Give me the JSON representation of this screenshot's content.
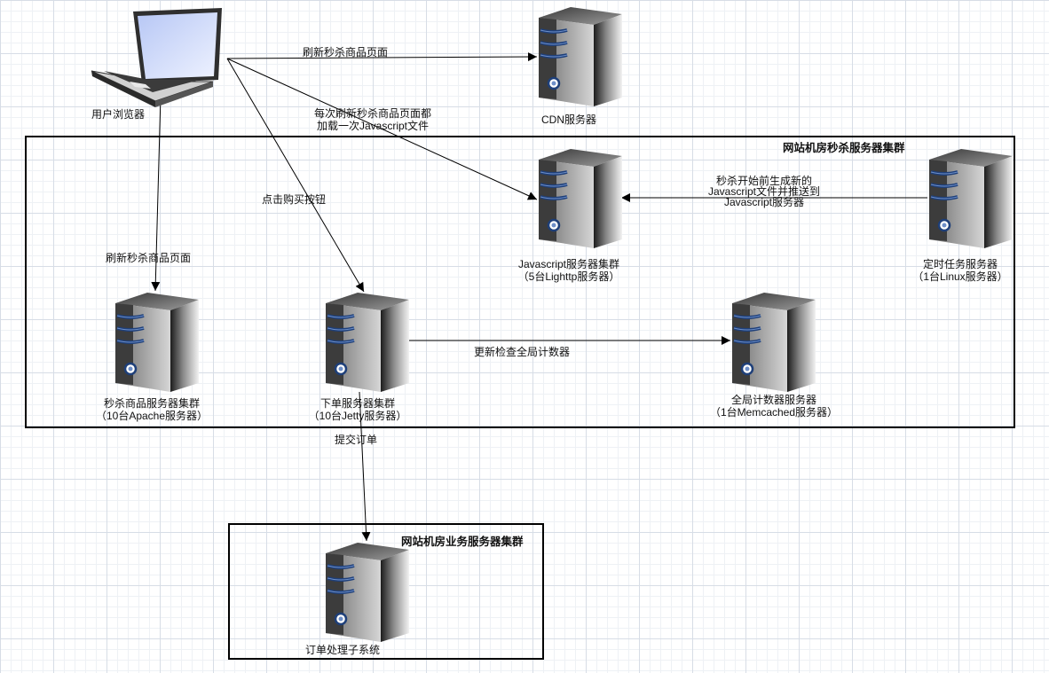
{
  "clusters": {
    "seckill_title": "网站机房秒杀服务器集群",
    "business_title": "网站机房业务服务器集群"
  },
  "nodes": {
    "browser": "用户浏览器",
    "cdn": "CDN服务器",
    "js_cluster": [
      "Javascript服务器集群",
      "（5台Lighttp服务器）"
    ],
    "timer": [
      "定时任务服务器",
      "（1台Linux服务器）"
    ],
    "goods_cluster": [
      "秒杀商品服务器集群",
      "（10台Apache服务器）"
    ],
    "order_cluster": [
      "下单服务器集群",
      "（10台Jetty服务器）"
    ],
    "counter": [
      "全局计数器服务器",
      "（1台Memcached服务器）"
    ],
    "order_proc": "订单处理子系统"
  },
  "edges": {
    "refresh_cdn": "刷新秒杀商品页面",
    "load_js": [
      "每次刷新秒杀商品页面都",
      "加载一次Javascript文件"
    ],
    "click_buy": "点击购买按钮",
    "refresh_goods": "刷新秒杀商品页面",
    "push_js": [
      "秒杀开始前生成新的",
      "Javascript文件并推送到",
      "Javascript服务器"
    ],
    "update_counter": "更新检查全局计数器",
    "submit_order": "提交订单"
  }
}
